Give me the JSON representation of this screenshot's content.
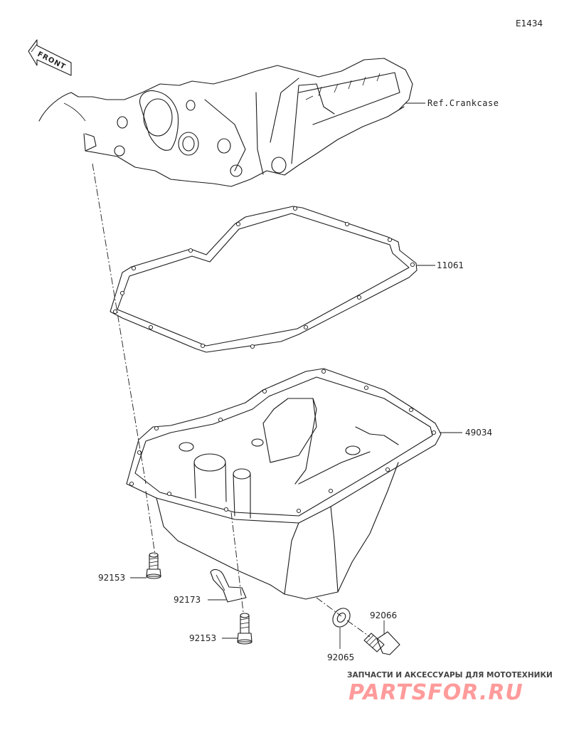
{
  "diagram_code": "E1434",
  "front_badge": "FRONT",
  "parts": {
    "crankcase_ref": "Ref.Crankcase",
    "gasket": "11061",
    "oil_pan": "49034",
    "bolt_upper": "92153",
    "clamp": "92173",
    "bolt_lower": "92153",
    "washer": "92065",
    "drain_plug": "92066"
  },
  "watermark": {
    "tagline": "ЗАПЧАСТИ И АКСЕССУАРЫ ДЛЯ МОТОТЕХНИКИ",
    "logo": "PARTSFOR.RU"
  }
}
